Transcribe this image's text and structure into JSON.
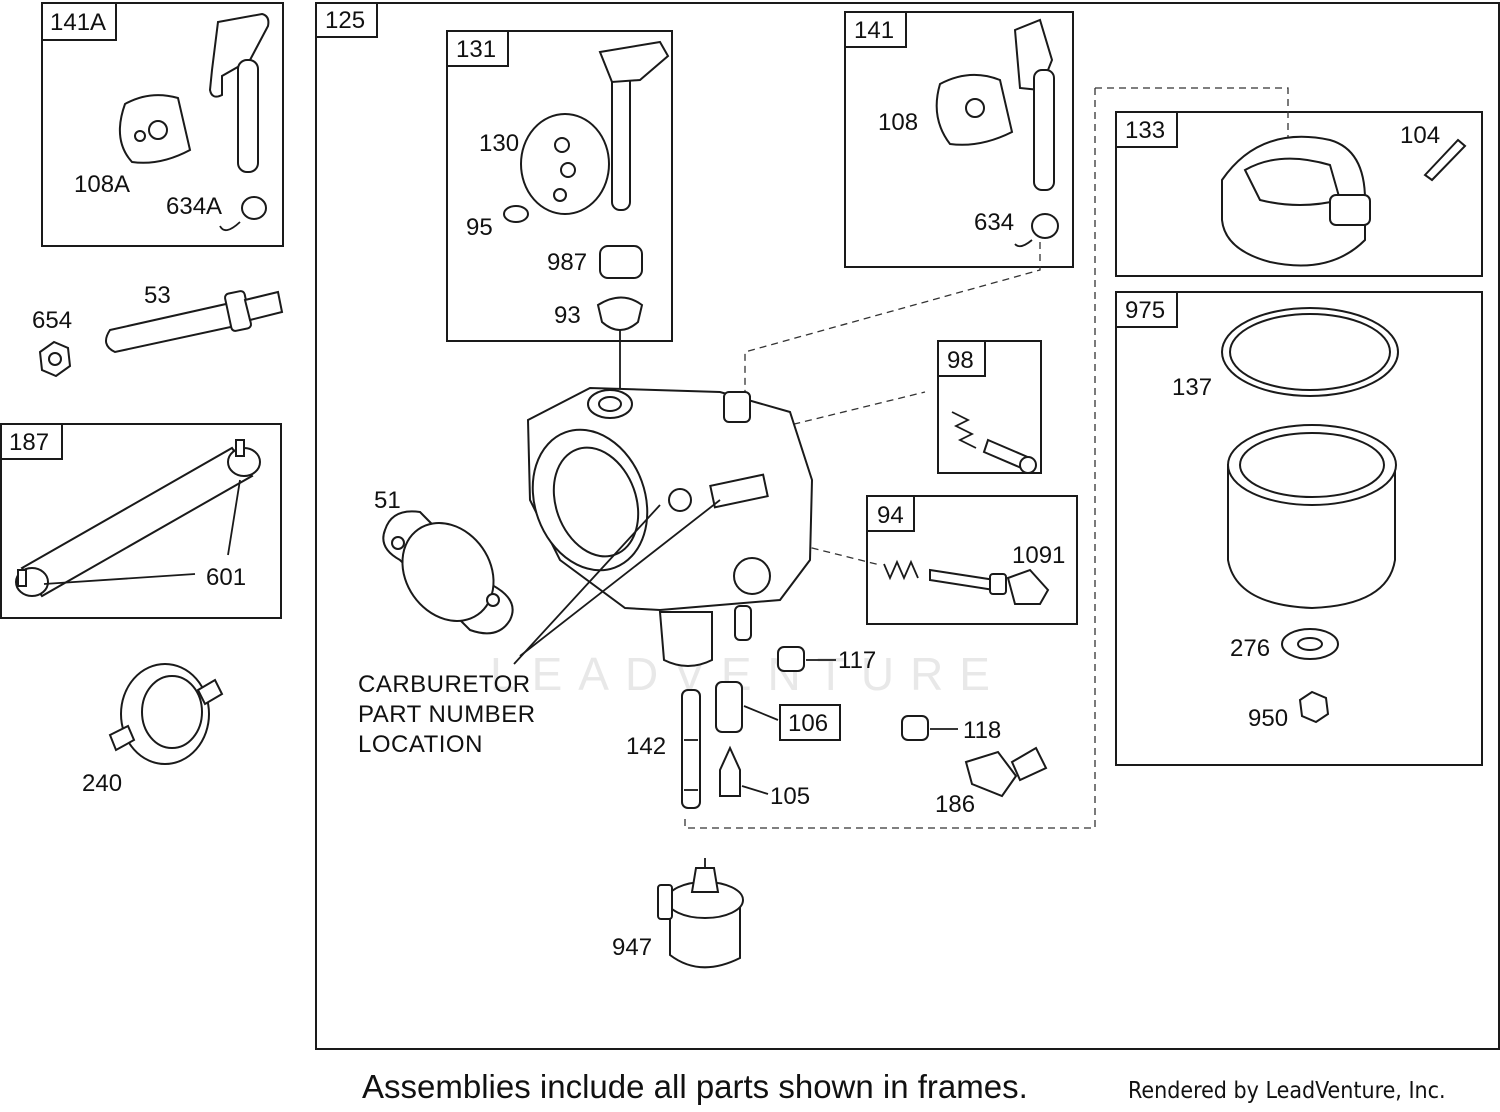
{
  "frames": {
    "f141A": "141A",
    "f125": "125",
    "f131": "131",
    "f141": "141",
    "f133": "133",
    "f975": "975",
    "f98": "98",
    "f94": "94",
    "f187": "187",
    "f106": "106"
  },
  "parts": {
    "p108A": "108A",
    "p634A": "634A",
    "p53": "53",
    "p654": "654",
    "p601": "601",
    "p240": "240",
    "p130": "130",
    "p95": "95",
    "p987": "987",
    "p93": "93",
    "p108": "108",
    "p634": "634",
    "p104": "104",
    "p137": "137",
    "p276": "276",
    "p950": "950",
    "p51": "51",
    "p1091": "1091",
    "p117": "117",
    "p118": "118",
    "p142": "142",
    "p105": "105",
    "p186": "186",
    "p947": "947"
  },
  "note": {
    "line1": "CARBURETOR",
    "line2": "PART NUMBER",
    "line3": "LOCATION"
  },
  "watermark": "LEADVENTURE",
  "footer": {
    "main": "Assemblies include all parts shown in frames.",
    "credit": "Rendered by LeadVenture, Inc."
  }
}
